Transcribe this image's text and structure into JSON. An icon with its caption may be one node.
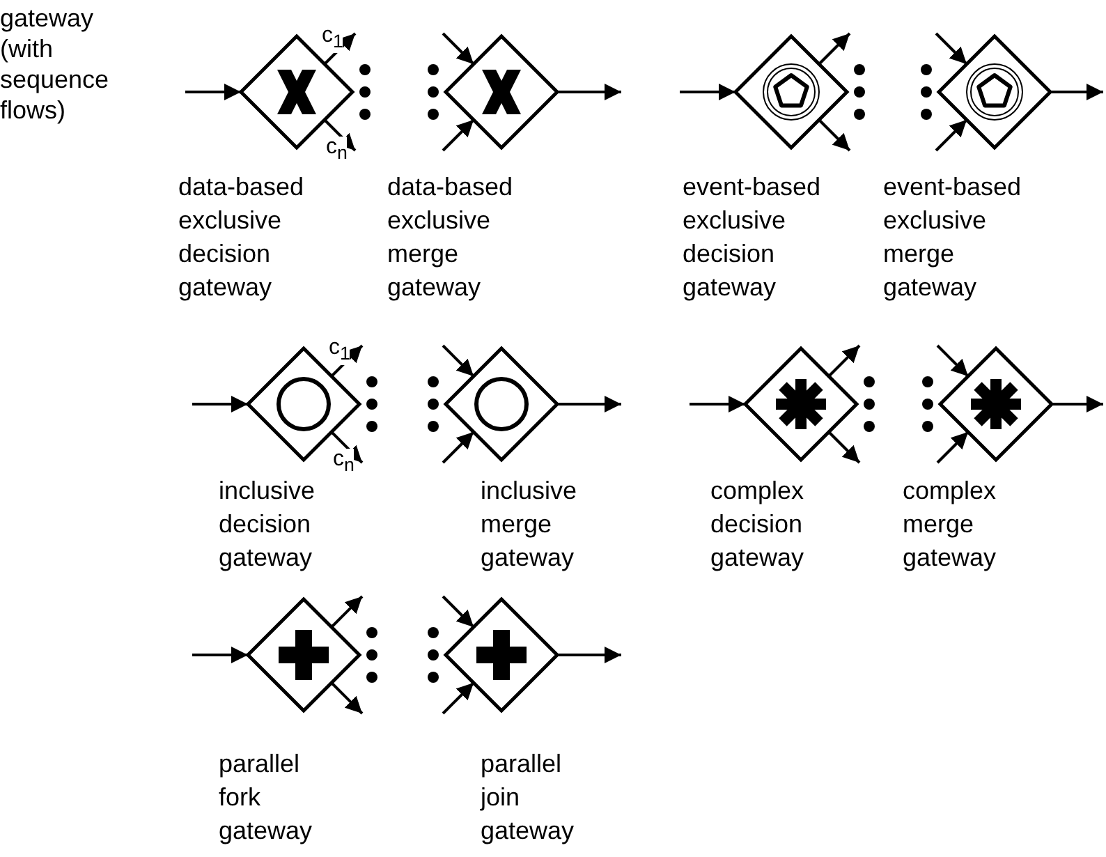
{
  "diagram": {
    "nodes": [
      {
        "text": [],
        "shape": "diamond",
        "beside": [
          "data-based exclusive decision gateway"
        ]
      },
      {
        "text": [],
        "shape": "diamond",
        "beside": [
          "data-based exclusive merge gateway"
        ]
      },
      {
        "text": [],
        "shape": "diamond",
        "beside": [
          "event-based exclusive decision gateway"
        ]
      },
      {
        "text": [],
        "shape": "diamond",
        "beside": [
          "event-based exclusive merge gateway"
        ]
      },
      {
        "text": [],
        "shape": "diamond",
        "beside": [
          "inclusive decision gateway"
        ]
      },
      {
        "text": [],
        "shape": "diamond",
        "beside": [
          "inclusive merge gateway"
        ]
      },
      {
        "text": [],
        "shape": "diamond",
        "beside": [
          "complex decision gateway"
        ]
      },
      {
        "text": [],
        "shape": "diamond",
        "beside": [
          "complex merge gateway"
        ]
      },
      {
        "text": [],
        "shape": "diamond",
        "beside": [
          "parallel fork gateway"
        ]
      },
      {
        "text": [],
        "shape": "diamond",
        "beside": [
          "parallel join gateway"
        ]
      }
    ],
    "edges": [
      {
        "from": null,
        "to": 0,
        "arrow": "to"
      },
      {
        "from": 0,
        "to": null,
        "arrow": "to",
        "label": "c$_{1}$"
      },
      {
        "from": 0,
        "to": null,
        "arrow": "to",
        "label": "c$_{n}$"
      },
      {
        "from": null,
        "to": 1,
        "arrow": "to"
      },
      {
        "from": null,
        "to": 1,
        "arrow": "to"
      },
      {
        "from": 1,
        "to": null,
        "arrow": "to"
      },
      {
        "from": null,
        "to": 2,
        "arrow": "to"
      },
      {
        "from": 2,
        "to": null,
        "arrow": "to"
      },
      {
        "from": 2,
        "to": null,
        "arrow": "to"
      },
      {
        "from": null,
        "to": 3,
        "arrow": "to"
      },
      {
        "from": null,
        "to": 3,
        "arrow": "to"
      },
      {
        "from": 3,
        "to": null,
        "arrow": "to"
      },
      {
        "from": null,
        "to": 4,
        "arrow": "to"
      },
      {
        "from": 4,
        "to": null,
        "arrow": "to",
        "label": "c$_{1}$"
      },
      {
        "from": 4,
        "to": null,
        "arrow": "to",
        "label": "c$_{n}$"
      },
      {
        "from": null,
        "to": 5,
        "arrow": "to"
      },
      {
        "from": null,
        "to": 5,
        "arrow": "to"
      },
      {
        "from": 5,
        "to": null,
        "arrow": "to"
      },
      {
        "from": null,
        "to": 6,
        "arrow": "to"
      },
      {
        "from": 6,
        "to": null,
        "arrow": "to"
      },
      {
        "from": 6,
        "to": null,
        "arrow": "to"
      },
      {
        "from": null,
        "to": 7,
        "arrow": "to"
      },
      {
        "from": null,
        "to": 7,
        "arrow": "to"
      },
      {
        "from": 7,
        "to": null,
        "arrow": "to"
      },
      {
        "from": null,
        "to": 8,
        "arrow": "to"
      },
      {
        "from": 8,
        "to": null,
        "arrow": "to"
      },
      {
        "from": 8,
        "to": null,
        "arrow": "to"
      },
      {
        "from": null,
        "to": 9,
        "arrow": "to"
      },
      {
        "from": null,
        "to": 9,
        "arrow": "to"
      },
      {
        "from": 9,
        "to": null,
        "arrow": "to"
      }
    ],
    "labels": [
      "gateway (with sequence flows)"
    ]
  }
}
